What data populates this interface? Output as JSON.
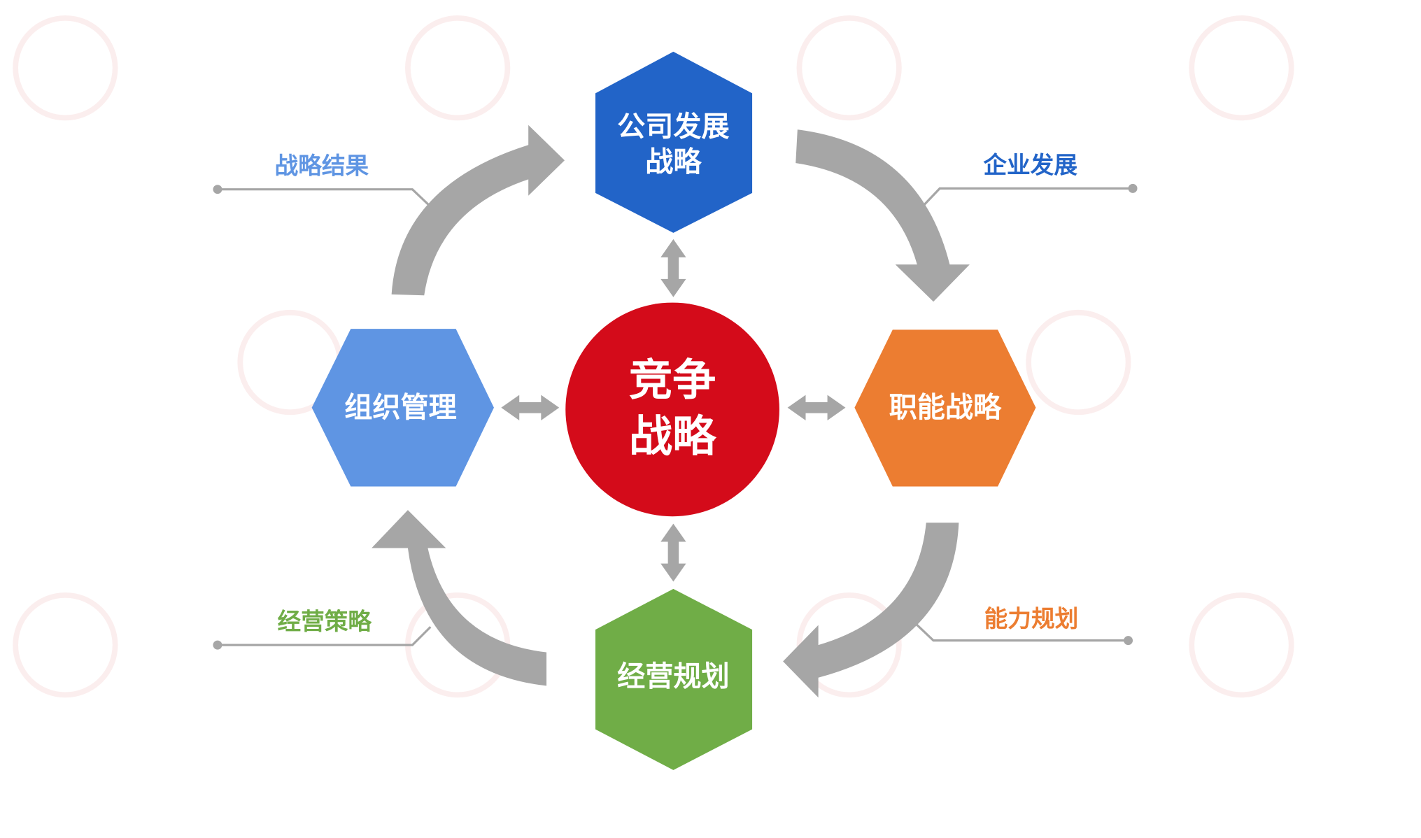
{
  "center": {
    "line1": "竞争",
    "line2": "战略",
    "color": "#d40b1a"
  },
  "nodes": {
    "top": {
      "line1": "公司发展",
      "line2": "战略",
      "color": "#2264c8"
    },
    "left": {
      "label": "组织管理",
      "color": "#5f95e3"
    },
    "right": {
      "label": "职能战略",
      "color": "#ec7d31"
    },
    "bottom": {
      "label": "经营规划",
      "color": "#70ad47"
    }
  },
  "labels": {
    "top_left": {
      "text": "战略结果",
      "color": "#5f95e3"
    },
    "top_right": {
      "text": "企业发展",
      "color": "#2264c8"
    },
    "bottom_left": {
      "text": "经营策略",
      "color": "#70ad47"
    },
    "bottom_right": {
      "text": "能力规划",
      "color": "#ec7d31"
    }
  },
  "arrow_color": "#a6a6a6"
}
